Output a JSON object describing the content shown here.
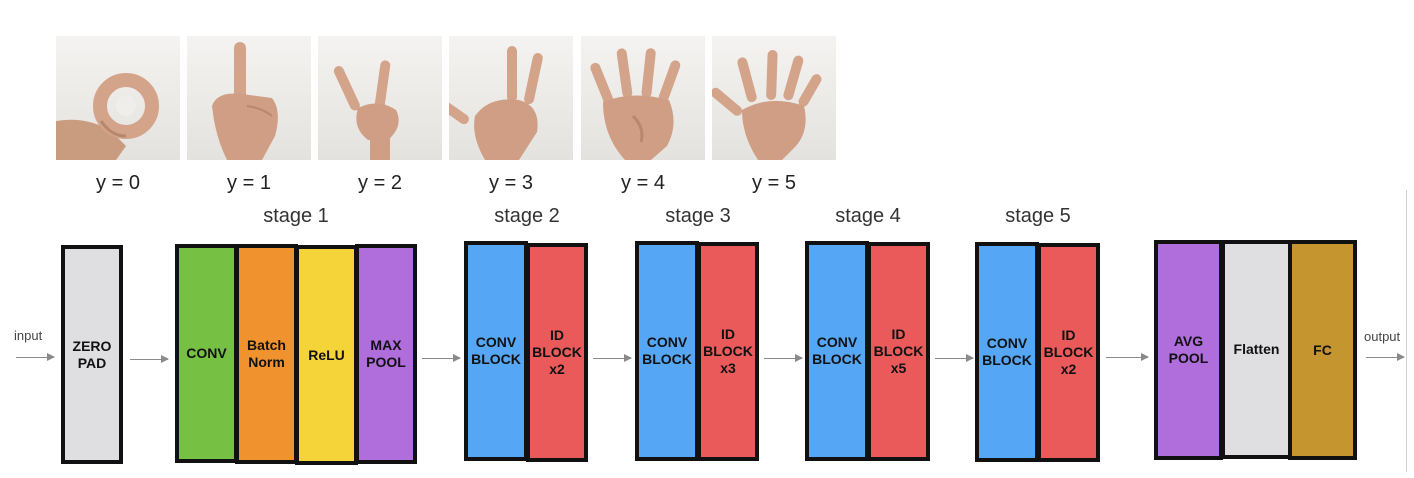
{
  "samples": [
    {
      "label": "y = 0",
      "icon": "hand-sign-zero-icon"
    },
    {
      "label": "y = 1",
      "icon": "hand-sign-one-icon"
    },
    {
      "label": "y = 2",
      "icon": "hand-sign-two-icon"
    },
    {
      "label": "y = 3",
      "icon": "hand-sign-three-icon"
    },
    {
      "label": "y = 4",
      "icon": "hand-sign-four-icon"
    },
    {
      "label": "y = 5",
      "icon": "hand-sign-five-icon"
    }
  ],
  "stages": [
    "stage 1",
    "stage 2",
    "stage 3",
    "stage 4",
    "stage 5"
  ],
  "io": {
    "input": "input",
    "output": "output"
  },
  "blocks": {
    "zero_pad": "ZERO\nPAD",
    "conv": "CONV",
    "batch_norm": "Batch\nNorm",
    "relu": "ReLU",
    "max_pool": "MAX\nPOOL",
    "s2_conv": "CONV\nBLOCK",
    "s2_id": "ID\nBLOCK\nx2",
    "s3_conv": "CONV\nBLOCK",
    "s3_id": "ID\nBLOCK\nx3",
    "s4_conv": "CONV\nBLOCK",
    "s4_id": "ID\nBLOCK\nx5",
    "s5_conv": "CONV\nBLOCK",
    "s5_id": "ID\nBLOCK\nx2",
    "avg_pool": "AVG\nPOOL",
    "flatten": "Flatten",
    "fc": "FC"
  },
  "colors": {
    "zero_pad": "#dfdfe1",
    "conv": "#76c043",
    "batch_norm": "#f0922e",
    "relu": "#f5d43a",
    "pool": "#b06ddc",
    "conv_block": "#55a7f5",
    "id_block": "#ea5a5a",
    "flatten": "#dfdfe1",
    "fc": "#c59530"
  }
}
